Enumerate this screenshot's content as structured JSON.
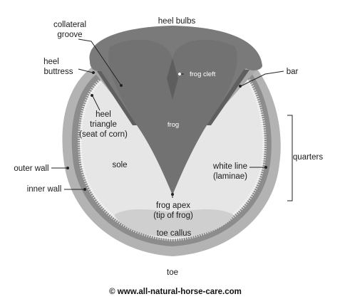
{
  "labels": {
    "heel_bulbs": "heel bulbs",
    "collateral_groove": [
      "collateral",
      "groove"
    ],
    "heel_buttress": [
      "heel",
      "buttress"
    ],
    "frog_cleft": "frog cleft",
    "bar": "bar",
    "heel_triangle": [
      "heel",
      "triangle",
      "(seat of corn)"
    ],
    "frog": "frog",
    "quarters": "quarters",
    "outer_wall": "outer wall",
    "sole": "sole",
    "white_line": [
      "white line",
      "(laminae)"
    ],
    "inner_wall": "inner wall",
    "frog_apex": [
      "frog apex",
      "(tip of frog)"
    ],
    "toe_callus": "toe callus",
    "toe": "toe"
  },
  "copyright": "© www.all-natural-horse-care.com",
  "colors": {
    "outer_wall": "#b3b3b3",
    "inner_wall": "#8c8c8c",
    "sole": "#e6e6e6",
    "frog": "#737373",
    "heel_bulbs": "#7a7a7a",
    "bulb_lobes": "#6e6e6e",
    "toe_callus": "#cfcfcf"
  }
}
